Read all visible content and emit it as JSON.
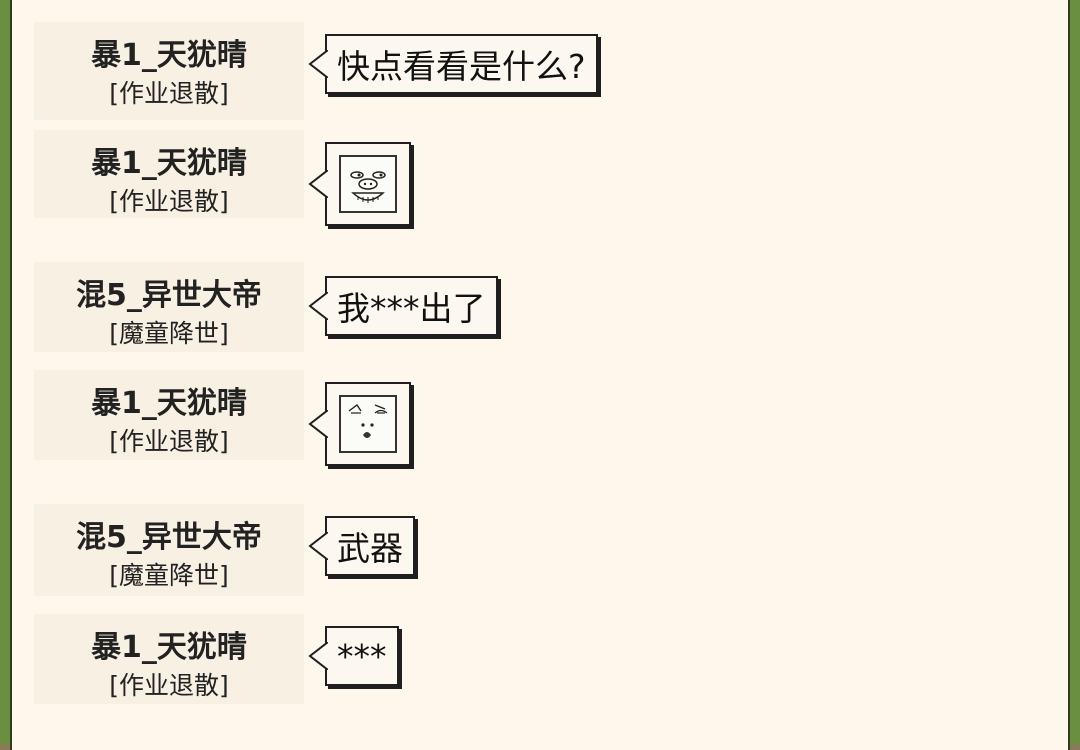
{
  "messages": [
    {
      "sender": "暴1_天犹晴",
      "title": "[作业退散]",
      "type": "text",
      "text": "快点看看是什么?"
    },
    {
      "sender": "暴1_天犹晴",
      "title": "[作业退散]",
      "type": "sticker",
      "sticker_icon": "pig-laughing-sticker-icon"
    },
    {
      "sender": "混5_异世大帝",
      "title": "[魔童降世]",
      "type": "text",
      "text": "我***出了"
    },
    {
      "sender": "暴1_天犹晴",
      "title": "[作业退散]",
      "type": "sticker",
      "sticker_icon": "surprised-face-sticker-icon"
    },
    {
      "sender": "混5_异世大帝",
      "title": "[魔童降世]",
      "type": "text",
      "text": "武器"
    },
    {
      "sender": "暴1_天犹晴",
      "title": "[作业退散]",
      "type": "text",
      "text": "***"
    }
  ],
  "colors": {
    "panel_background": "#fdf7ec",
    "sender_background": "#f8f0e2",
    "bubble_border": "#1f1f1f",
    "text": "#222222"
  }
}
